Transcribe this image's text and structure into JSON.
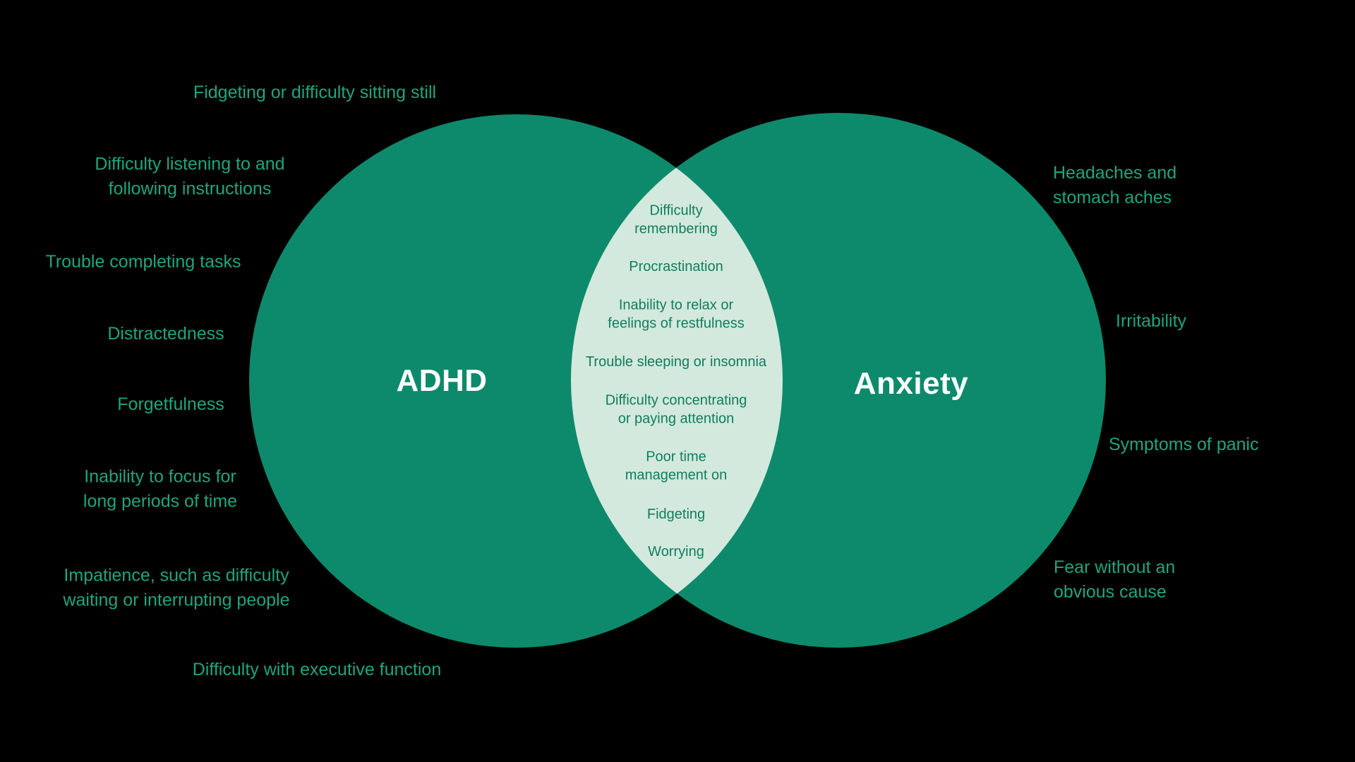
{
  "colors": {
    "background": "#000000",
    "circle": "#0d8a6b",
    "intersection": "#d3e9dd",
    "label": "#1fa57d",
    "center_text": "#0f7d5f",
    "title": "#ffffff"
  },
  "venn": {
    "left_title": "ADHD",
    "right_title": "Anxiety",
    "left_labels": [
      {
        "text": "Fidgeting or difficulty sitting still"
      },
      {
        "text": "Difficulty listening to and\nfollowing instructions"
      },
      {
        "text": "Trouble completing tasks"
      },
      {
        "text": "Distractedness"
      },
      {
        "text": "Forgetfulness"
      },
      {
        "text": "Inability to focus for\nlong periods of time"
      },
      {
        "text": "Impatience, such as difficulty\nwaiting or interrupting people"
      },
      {
        "text": "Difficulty with executive function"
      }
    ],
    "right_labels": [
      {
        "text": "Headaches and\nstomach aches"
      },
      {
        "text": "Irritability"
      },
      {
        "text": "Symptoms of panic"
      },
      {
        "text": "Fear without an\nobvious cause"
      }
    ],
    "shared_labels": [
      {
        "text": "Difficulty\nremembering"
      },
      {
        "text": "Procrastination"
      },
      {
        "text": "Inability to relax or\nfeelings of restfulness"
      },
      {
        "text": "Trouble sleeping or insomnia"
      },
      {
        "text": "Difficulty concentrating\nor paying attention"
      },
      {
        "text": "Poor time\nmanagement on"
      },
      {
        "text": "Fidgeting"
      },
      {
        "text": "Worrying"
      }
    ]
  }
}
